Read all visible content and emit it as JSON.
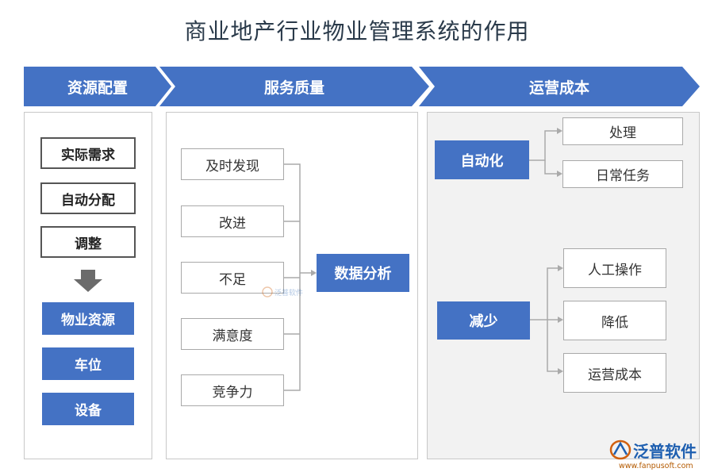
{
  "title": "商业地产行业物业管理系统的作用",
  "colors": {
    "accent": "#4472c4",
    "panel_gray": "#f2f2f2",
    "logo_blue": "#1e5fb0",
    "url_orange": "#b45a00"
  },
  "banners": [
    "资源配置",
    "服务质量",
    "运营成本"
  ],
  "col1": {
    "steps": [
      "实际需求",
      "自动分配",
      "调整"
    ],
    "arrow_icon": "down-arrow-icon",
    "resources": [
      "物业资源",
      "车位",
      "设备"
    ]
  },
  "col2": {
    "items": [
      "及时发现",
      "改进",
      "不足",
      "满意度",
      "竞争力"
    ],
    "target": "数据分析"
  },
  "col3": {
    "automation": {
      "label": "自动化",
      "items": [
        "处理",
        "日常任务"
      ]
    },
    "reduce": {
      "label": "减少",
      "items": [
        "人工操作",
        "降低",
        "运营成本"
      ]
    }
  },
  "watermark": {
    "text": "泛普软件"
  },
  "logo": {
    "text": "泛普软件",
    "url": "www.fanpusoft.com",
    "icon": "fanpu-logo-icon"
  }
}
